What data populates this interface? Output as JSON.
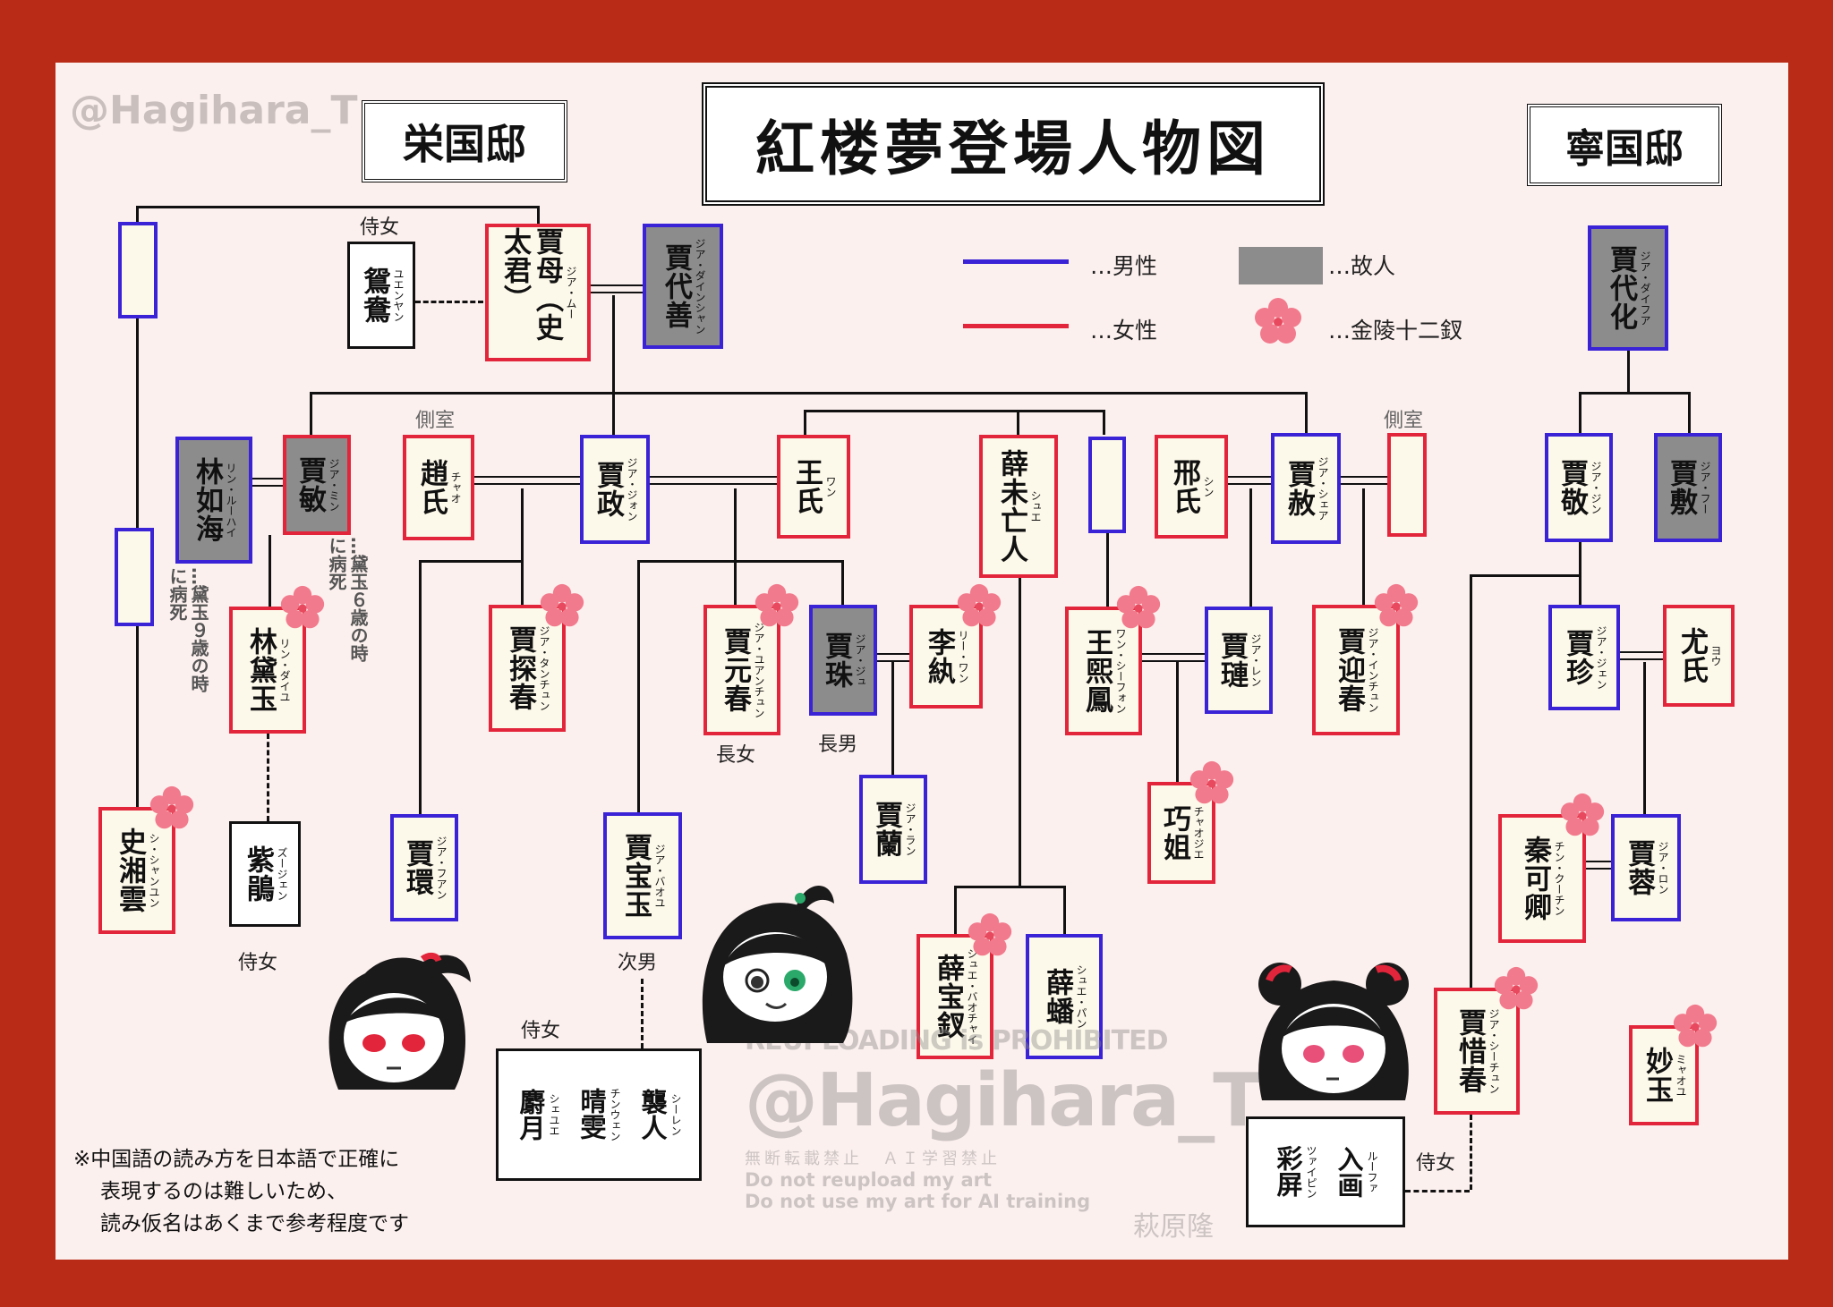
{
  "watermark_handle": "@Hagihara_T",
  "title": "紅楼夢登場人物図",
  "house_left": "栄国邸",
  "house_right": "寧国邸",
  "legend": {
    "male": "…男性",
    "female": "…女性",
    "deceased": "…故人",
    "twelve_beauties": "…金陵十二釵",
    "colors": {
      "male": "#3a22d6",
      "female": "#e3253b",
      "deceased": "#8c8c8c"
    }
  },
  "labels": {
    "jijo": "侍女",
    "sokushitsu": "側室",
    "chojo": "長女",
    "chonan": "長男",
    "jinan": "次男"
  },
  "notes": {
    "daiyu9": "…黛玉９歳の時に病死",
    "daiyu6": "…黛玉６歳の時に病死",
    "footnote_lines": [
      "※中国語の読み方を日本語で正確に",
      "表現するのは難しいため、",
      "読み仮名はあくまで参考程度です"
    ]
  },
  "wm": {
    "line1": "REUPLOADING is PROHIBITED",
    "big": "@Hagihara_T",
    "jp": "無断転載禁止　ＡＩ学習禁止",
    "en1": "Do not reupload my art",
    "en2": "Do not use my art for AI training",
    "sig": "萩原隆"
  },
  "people": {
    "jiamu": {
      "name": "賈母（史太君）",
      "reading": "ジア・ムー"
    },
    "daishan": {
      "name": "賈代善",
      "reading": "ジア・ダインシャン"
    },
    "yuanyang": {
      "name": "鴛鴦",
      "reading": "ユエンヤン"
    },
    "lin": {
      "name": "林如海",
      "reading": "リン・ルーハイ"
    },
    "jiamin": {
      "name": "賈敏",
      "reading": "ジア・ミン"
    },
    "zhao": {
      "name": "趙氏",
      "reading": "チャオ"
    },
    "zheng": {
      "name": "賈政",
      "reading": "ジア・ジォン"
    },
    "wang": {
      "name": "王氏",
      "reading": "ワン"
    },
    "xue": {
      "name": "薛未亡人",
      "reading": "シュエ"
    },
    "xing": {
      "name": "邢氏",
      "reading": "シン"
    },
    "she": {
      "name": "賈赦",
      "reading": "ジア・シェア"
    },
    "daiyu": {
      "name": "林黛玉",
      "reading": "リン・ダイユ"
    },
    "tanchun": {
      "name": "賈探春",
      "reading": "ジア・タンチュン"
    },
    "yuanchun": {
      "name": "賈元春",
      "reading": "ジア・ユアンチュン"
    },
    "zhu": {
      "name": "賈珠",
      "reading": "ジア・ジュ"
    },
    "liwan": {
      "name": "李紈",
      "reading": "リー・ワン"
    },
    "xifeng": {
      "name": "王煕鳳",
      "reading": "ワン・シーフォン"
    },
    "lian": {
      "name": "賈璉",
      "reading": "ジア・レン"
    },
    "yingchun": {
      "name": "賈迎春",
      "reading": "ジア・インチュン"
    },
    "xiangyun": {
      "name": "史湘雲",
      "reading": "シ・シャンユン"
    },
    "zijuan": {
      "name": "紫鵑",
      "reading": "ズージェン"
    },
    "huan": {
      "name": "賈環",
      "reading": "ジア・フアン"
    },
    "baoyu": {
      "name": "賈宝玉",
      "reading": "ジア・バオユ"
    },
    "lan": {
      "name": "賈蘭",
      "reading": "ジア・ラン"
    },
    "qiaojie": {
      "name": "巧姐",
      "reading": "チャオジエ"
    },
    "baochai": {
      "name": "薛宝釵",
      "reading": "シュエ・バオチャイ"
    },
    "xuepan": {
      "name": "薛蟠",
      "reading": "シュエ・パン"
    },
    "daihua": {
      "name": "賈代化",
      "reading": "ジア・ダイフア"
    },
    "jing": {
      "name": "賈敬",
      "reading": "ジア・ジン"
    },
    "fu": {
      "name": "賈敷",
      "reading": "ジア・フー"
    },
    "zhen": {
      "name": "賈珍",
      "reading": "ジア・ジェン"
    },
    "you": {
      "name": "尤氏",
      "reading": "ヨウ"
    },
    "qinkeqing": {
      "name": "秦可卿",
      "reading": "チン・クーチン"
    },
    "rong": {
      "name": "賈蓉",
      "reading": "ジア・ロン"
    },
    "xichun": {
      "name": "賈惜春",
      "reading": "ジア・シーチュン"
    },
    "miaoyu": {
      "name": "妙玉",
      "reading": "ミャオユ"
    },
    "xiren": {
      "name": "襲人",
      "reading": "シーレン"
    },
    "qingwen": {
      "name": "晴雯",
      "reading": "チンウェン"
    },
    "sheyue": {
      "name": "麝月",
      "reading": "シェユエ"
    },
    "ruhua": {
      "name": "入画",
      "reading": "ルーファ"
    },
    "caiping": {
      "name": "彩屏",
      "reading": "ツァイピン"
    }
  }
}
